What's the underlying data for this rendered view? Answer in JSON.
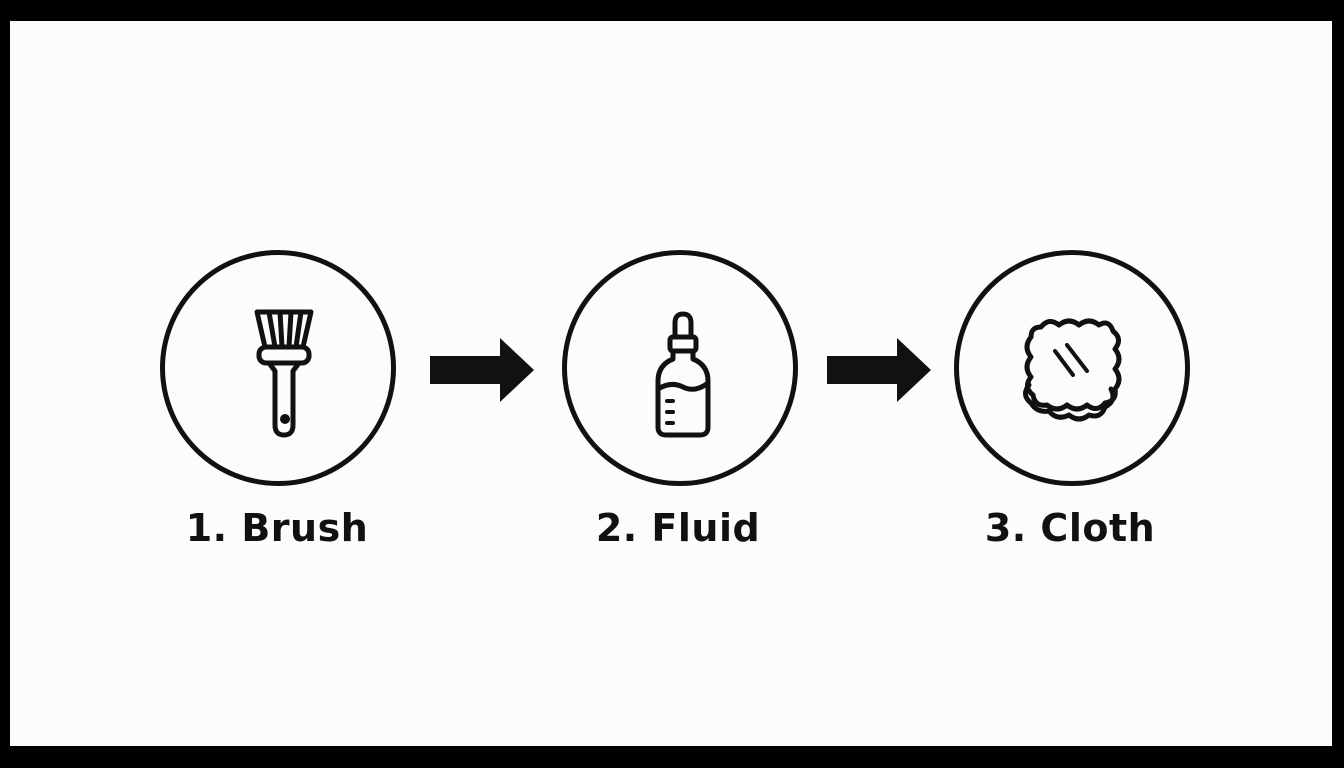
{
  "diagram": {
    "steps": [
      {
        "label": "1. Brush",
        "icon": "paintbrush-icon"
      },
      {
        "label": "2. Fluid",
        "icon": "dropper-bottle-icon"
      },
      {
        "label": "3. Cloth",
        "icon": "cloth-icon"
      }
    ],
    "colors": {
      "ink": "#111111",
      "background": "#fcfcfc",
      "frame": "#000000"
    }
  }
}
